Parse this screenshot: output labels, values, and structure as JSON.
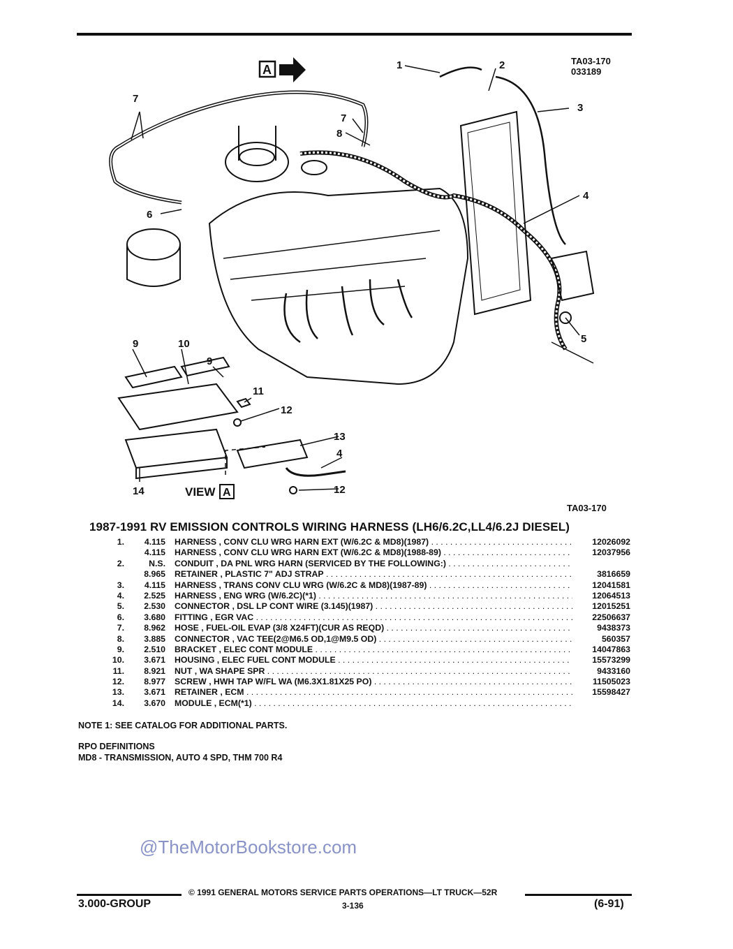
{
  "header": {
    "ref_code_1": "TA03-170",
    "ref_code_2": "033189"
  },
  "figure": {
    "callouts": [
      "1",
      "2",
      "3",
      "4",
      "5",
      "6",
      "7",
      "8",
      "7",
      "9",
      "10",
      "9",
      "11",
      "12",
      "13",
      "4",
      "12",
      "14"
    ],
    "view_label": "VIEW",
    "view_box_letter": "A",
    "arrow_box_letter": "A",
    "fig_code": "TA03-170"
  },
  "title": "1987-1991 RV EMISSION CONTROLS WIRING HARNESS (LH6/6.2C,LL4/6.2J DIESEL)",
  "parts": [
    {
      "num": "1.",
      "grp": "4.115",
      "desc": "HARNESS , CONV CLU WRG HARN EXT (W/6.2C & MD8)(1987)",
      "pn": "12026092"
    },
    {
      "num": "",
      "grp": "4.115",
      "desc": "HARNESS , CONV CLU WRG HARN EXT (W/6.2C & MD8)(1988-89)",
      "pn": "12037956"
    },
    {
      "num": "2.",
      "grp": "N.S.",
      "desc": "CONDUIT , DA PNL WRG HARN (SERVICED BY THE FOLLOWING:)",
      "pn": ""
    },
    {
      "num": "",
      "grp": "8.965",
      "desc": "RETAINER , PLASTIC 7\" ADJ STRAP",
      "pn": "3816659"
    },
    {
      "num": "3.",
      "grp": "4.115",
      "desc": "HARNESS , TRANS CONV CLU WRG (W/6.2C & MD8)(1987-89)",
      "pn": "12041581"
    },
    {
      "num": "4.",
      "grp": "2.525",
      "desc": "HARNESS , ENG WRG (W/6.2C)(*1)",
      "pn": "12064513"
    },
    {
      "num": "5.",
      "grp": "2.530",
      "desc": "CONNECTOR , DSL LP CONT WIRE (3.145)(1987)",
      "pn": "12015251"
    },
    {
      "num": "6.",
      "grp": "3.680",
      "desc": "FITTING , EGR VAC",
      "pn": "22506637"
    },
    {
      "num": "7.",
      "grp": "8.962",
      "desc": "HOSE , FUEL-OIL EVAP (3/8 X24FT)(CUR AS REQD)",
      "pn": "9438373"
    },
    {
      "num": "8.",
      "grp": "3.885",
      "desc": "CONNECTOR , VAC TEE(2@M6.5 OD,1@M9.5 OD)",
      "pn": "560357"
    },
    {
      "num": "9.",
      "grp": "2.510",
      "desc": "BRACKET , ELEC CONT MODULE",
      "pn": "14047863"
    },
    {
      "num": "10.",
      "grp": "3.671",
      "desc": "HOUSING , ELEC FUEL CONT MODULE",
      "pn": "15573299"
    },
    {
      "num": "11.",
      "grp": "8.921",
      "desc": "NUT , WA SHAPE SPR",
      "pn": "9433160"
    },
    {
      "num": "12.",
      "grp": "8.977",
      "desc": "SCREW , HWH TAP W/FL WA (M6.3X1.81X25 PO)",
      "pn": "11505023"
    },
    {
      "num": "13.",
      "grp": "3.671",
      "desc": "RETAINER , ECM",
      "pn": "15598427"
    },
    {
      "num": "14.",
      "grp": "3.670",
      "desc": "MODULE , ECM(*1)",
      "pn": ""
    }
  ],
  "note": "NOTE  1:  SEE CATALOG FOR ADDITIONAL PARTS.",
  "rpo": {
    "heading": "RPO DEFINITIONS",
    "line": "MD8 - TRANSMISSION, AUTO 4 SPD, THM 700 R4"
  },
  "watermark": "@TheMotorBookstore.com",
  "footer": {
    "copyright": "©  1991  GENERAL MOTORS SERVICE PARTS OPERATIONS—LT TRUCK—52R",
    "group": "3.000-GROUP",
    "page": "3-136",
    "date_code": "(6-91)"
  }
}
